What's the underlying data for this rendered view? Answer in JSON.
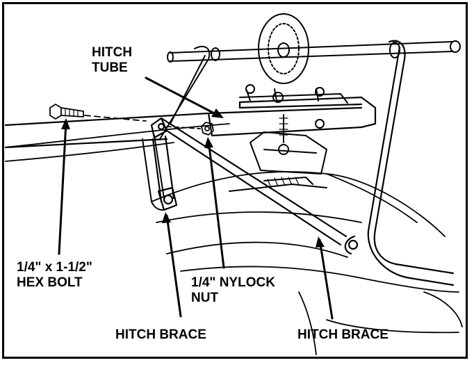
{
  "labels": {
    "hitch_tube": {
      "line1": "HITCH",
      "line2": "TUBE"
    },
    "hex_bolt": {
      "line1": "1/4\" x 1-1/2\"",
      "line2": "HEX BOLT"
    },
    "nylock_nut": {
      "line1": "1/4\" NYLOCK",
      "line2": "NUT"
    },
    "hitch_brace_left": "HITCH BRACE",
    "hitch_brace_right": "HITCH BRACE"
  },
  "colors": {
    "line": "#000000",
    "background": "#ffffff"
  }
}
